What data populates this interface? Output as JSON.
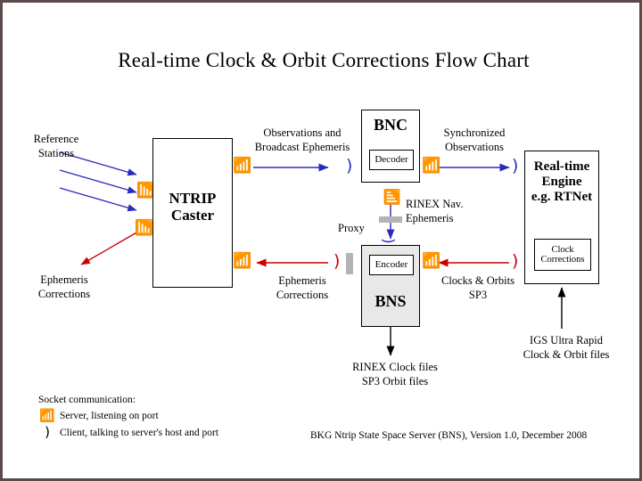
{
  "title": "Real-time Clock & Orbit Corrections Flow Chart",
  "colors": {
    "frame": "#5a4a4a",
    "blue": "#2b2bbb",
    "red": "#cc0000",
    "black": "#000000",
    "bns_fill": "#e8e8e8",
    "proxy_bar": "#b4b4b4"
  },
  "boxes": {
    "ntrip_caster": {
      "line1": "NTRIP",
      "line2": "Caster"
    },
    "bnc": {
      "title": "BNC",
      "sub": "Decoder"
    },
    "bns": {
      "title": "BNS",
      "sub": "Encoder"
    },
    "realtime_engine": {
      "line1": "Real-time",
      "line2": "Engine",
      "line3": "e.g. RTNet",
      "sub_line1": "Clock",
      "sub_line2": "Corrections"
    }
  },
  "labels": {
    "reference_stations": {
      "line1": "Reference",
      "line2": "Stations"
    },
    "observations_broadcast": {
      "line1": "Observations and",
      "line2": "Broadcast Ephemeris"
    },
    "synchronized_observations": {
      "line1": "Synchronized",
      "line2": "Observations"
    },
    "rinex_nav_ephemeris": {
      "line1": "RINEX Nav.",
      "line2": "Ephemeris"
    },
    "proxy": "Proxy",
    "ephemeris_corrections_left": {
      "line1": "Ephemeris",
      "line2": "Corrections"
    },
    "ephemeris_corrections_mid": {
      "line1": "Ephemeris",
      "line2": "Corrections"
    },
    "clocks_orbits_sp3": {
      "line1": "Clocks & Orbits",
      "line2": "SP3"
    },
    "rinex_clock_files": {
      "line1": "RINEX Clock files",
      "line2": "SP3 Orbit files"
    },
    "igs_ultra_rapid": {
      "line1": "IGS Ultra Rapid",
      "line2": "Clock & Orbit files"
    }
  },
  "legend": {
    "heading": "Socket communication:",
    "server_glyph": "server-socket-icon",
    "server_text": "Server, listening on port",
    "client_glyph": "client-socket-icon",
    "client_text": "Client, talking to server's host and port"
  },
  "footer": "BKG Ntrip State Space Server (BNS), Version 1.0, December 2008"
}
